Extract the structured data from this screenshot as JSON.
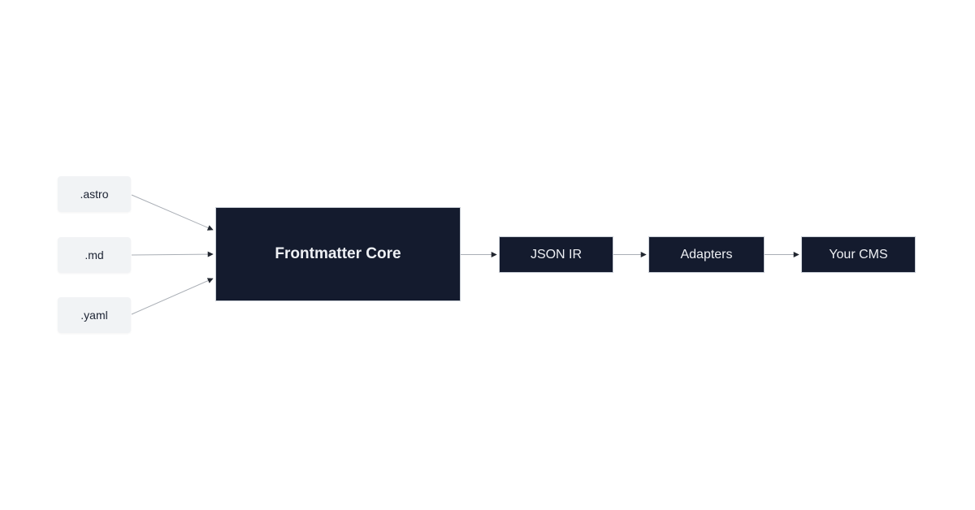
{
  "diagram": {
    "colors": {
      "background": "#ffffff",
      "node_dark_bg": "#141b2e",
      "node_dark_border": "#c9ced6",
      "node_dark_text": "#eef0f4",
      "node_light_bg": "#f1f3f5",
      "node_light_text": "#1b2232",
      "edge_line": "#a9aeb5",
      "arrowhead": "#21262f"
    },
    "sources": [
      {
        "id": "astro",
        "label": ".astro"
      },
      {
        "id": "md",
        "label": ".md"
      },
      {
        "id": "yaml",
        "label": ".yaml"
      }
    ],
    "core": {
      "label": "Frontmatter Core"
    },
    "pipeline": [
      {
        "id": "json-ir",
        "label": "JSON IR"
      },
      {
        "id": "adapters",
        "label": "Adapters"
      },
      {
        "id": "your-cms",
        "label": "Your CMS"
      }
    ],
    "edges": [
      {
        "from": ".astro",
        "to": "Frontmatter Core"
      },
      {
        "from": ".md",
        "to": "Frontmatter Core"
      },
      {
        "from": ".yaml",
        "to": "Frontmatter Core"
      },
      {
        "from": "Frontmatter Core",
        "to": "JSON IR"
      },
      {
        "from": "JSON IR",
        "to": "Adapters"
      },
      {
        "from": "Adapters",
        "to": "Your CMS"
      }
    ]
  }
}
